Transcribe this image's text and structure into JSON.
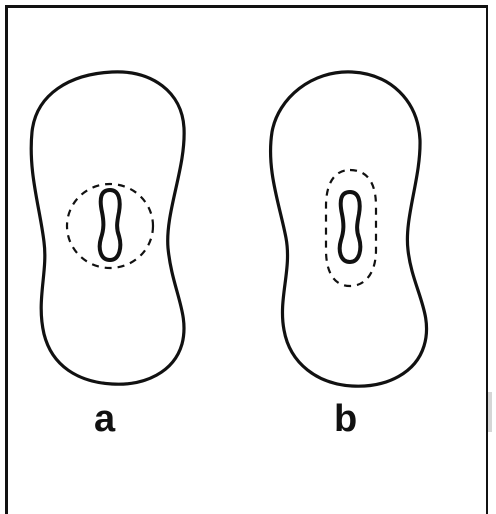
{
  "figure": {
    "panels": [
      {
        "id": "a",
        "label": "a",
        "inner_outline": "circle"
      },
      {
        "id": "b",
        "label": "b",
        "inner_outline": "oval"
      }
    ],
    "colors": {
      "line": "#111111",
      "background": "#ffffff"
    }
  }
}
